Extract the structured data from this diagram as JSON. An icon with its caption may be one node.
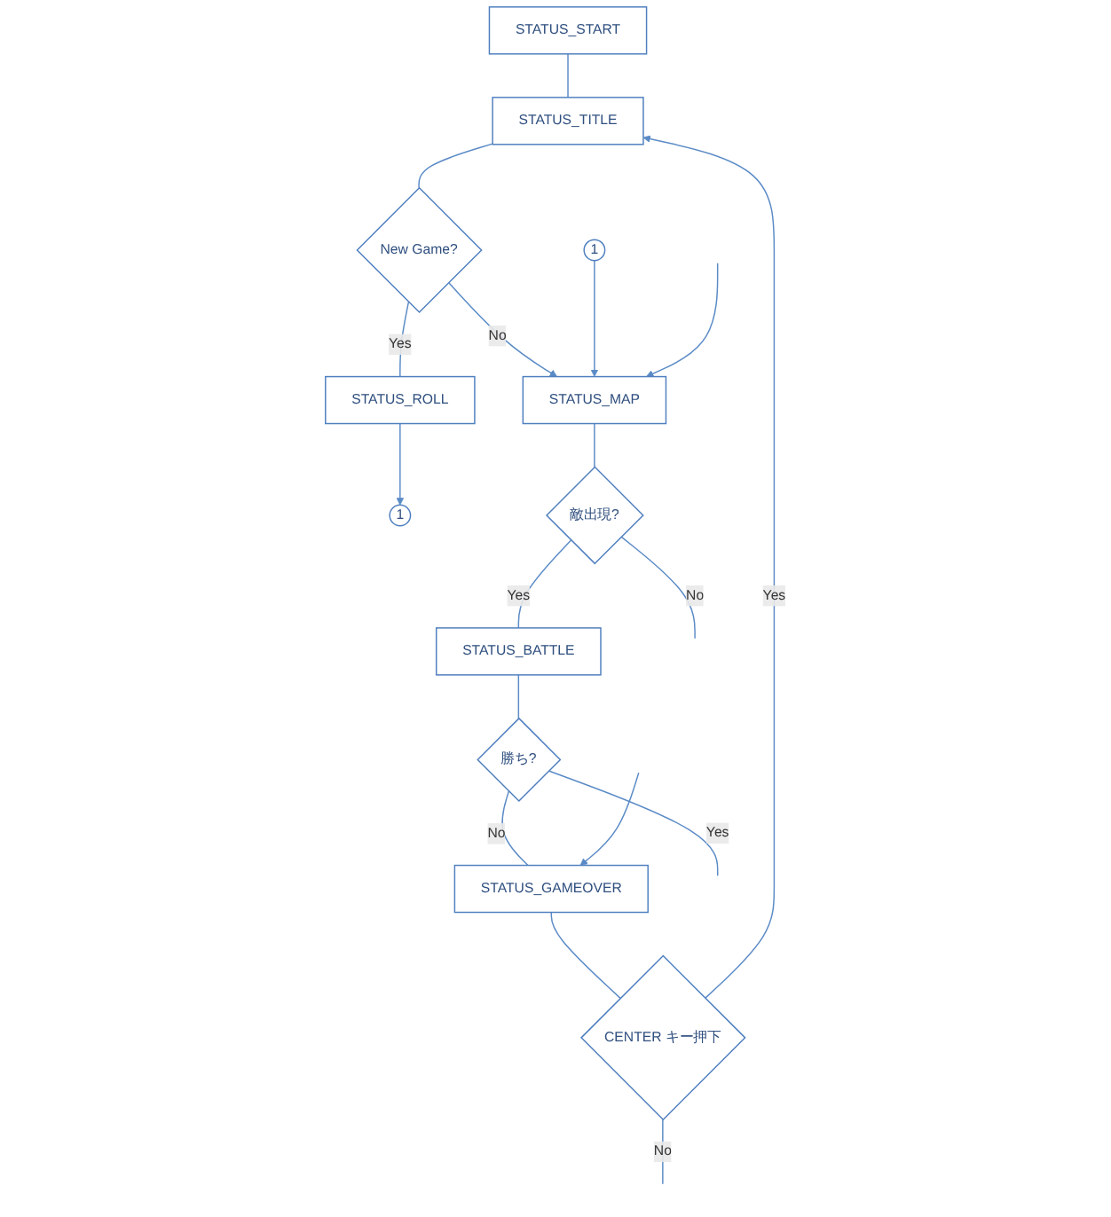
{
  "diagram": {
    "nodes": [
      {
        "text": [
          "STATUS_START"
        ]
      },
      {
        "text": [
          "STATUS_TITLE"
        ]
      },
      {
        "text": [
          "New Game?"
        ]
      },
      {
        "text": [
          "STATUS_ROLL"
        ]
      },
      {
        "text": [
          "1"
        ]
      },
      {
        "text": [
          "1"
        ]
      },
      {
        "text": [
          "STATUS_MAP"
        ]
      },
      {
        "text": [
          "敵出現?"
        ]
      },
      {
        "text": [
          "STATUS_BATTLE"
        ]
      },
      {
        "text": [
          "勝ち?"
        ]
      },
      {
        "text": [
          "STATUS_GAMEOVER"
        ]
      },
      {
        "text": [
          "CENTER キー押下"
        ]
      }
    ],
    "edges": [
      {
        "from": 0,
        "to": 1,
        "arrow": "none"
      },
      {
        "from": 1,
        "to": 2,
        "arrow": "none"
      },
      {
        "from": 2,
        "to": 3,
        "label": "Yes",
        "arrow": "none"
      },
      {
        "from": 3,
        "to": 4,
        "arrow": "to"
      },
      {
        "from": 2,
        "to": 6,
        "label": "No",
        "arrow": "to"
      },
      {
        "from": 5,
        "to": 6,
        "arrow": "to"
      },
      {
        "from": 6,
        "to": 7,
        "arrow": "none"
      },
      {
        "from": 7,
        "to": 8,
        "label": "Yes",
        "arrow": "none"
      },
      {
        "from": 7,
        "to": null,
        "label": "No",
        "arrow": "none"
      },
      {
        "from": null,
        "to": 6,
        "arrow": "to"
      },
      {
        "from": 8,
        "to": 9,
        "arrow": "none"
      },
      {
        "from": 9,
        "to": 10,
        "label": "No",
        "arrow": "none"
      },
      {
        "from": 9,
        "to": null,
        "label": "Yes",
        "arrow": "none"
      },
      {
        "from": null,
        "to": 10,
        "arrow": "to"
      },
      {
        "from": 10,
        "to": 11,
        "arrow": "none"
      },
      {
        "from": 11,
        "to": 1,
        "label": "Yes",
        "arrow": "to"
      },
      {
        "from": 11,
        "to": null,
        "label": "No",
        "arrow": "none"
      }
    ]
  }
}
